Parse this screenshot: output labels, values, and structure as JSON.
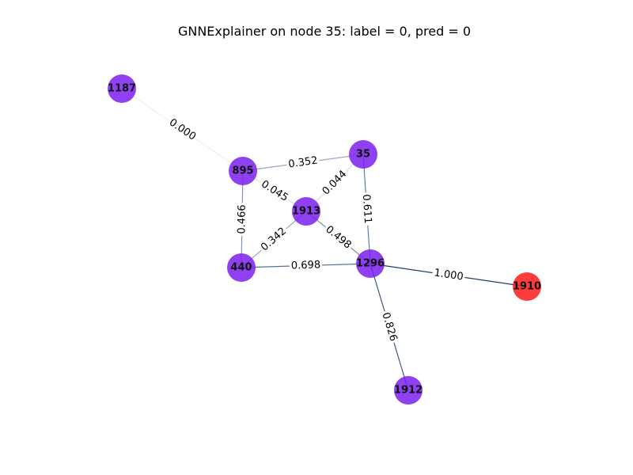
{
  "title": "GNNExplainer on node 35: label = 0, pred = 0",
  "colors": {
    "node_default": "#7b20ee",
    "node_highlight": "#ff1a1a",
    "edge_low": "#d6e7f5",
    "edge_high": "#1f3c64"
  },
  "nodes": [
    {
      "id": "1187",
      "label": "1187",
      "color": "#7b20ee"
    },
    {
      "id": "895",
      "label": "895",
      "color": "#7b20ee"
    },
    {
      "id": "35",
      "label": "35",
      "color": "#7b20ee"
    },
    {
      "id": "1913",
      "label": "1913",
      "color": "#7b20ee"
    },
    {
      "id": "440",
      "label": "440",
      "color": "#7b20ee"
    },
    {
      "id": "1296",
      "label": "1296",
      "color": "#7b20ee"
    },
    {
      "id": "1910",
      "label": "1910",
      "color": "#ff1a1a"
    },
    {
      "id": "1912",
      "label": "1912",
      "color": "#7b20ee"
    }
  ],
  "edges": [
    {
      "source": "1187",
      "target": "895",
      "weight": 0.0,
      "label": "0.000"
    },
    {
      "source": "895",
      "target": "35",
      "weight": 0.352,
      "label": "0.352"
    },
    {
      "source": "895",
      "target": "1913",
      "weight": 0.045,
      "label": "0.045"
    },
    {
      "source": "35",
      "target": "1913",
      "weight": 0.044,
      "label": "0.044"
    },
    {
      "source": "895",
      "target": "440",
      "weight": 0.466,
      "label": "0.466"
    },
    {
      "source": "35",
      "target": "1296",
      "weight": 0.611,
      "label": "0.611"
    },
    {
      "source": "1913",
      "target": "440",
      "weight": 0.342,
      "label": "0.342"
    },
    {
      "source": "1913",
      "target": "1296",
      "weight": 0.498,
      "label": "0.498"
    },
    {
      "source": "440",
      "target": "1296",
      "weight": 0.698,
      "label": "0.698"
    },
    {
      "source": "1296",
      "target": "1910",
      "weight": 1.0,
      "label": "1.000"
    },
    {
      "source": "1296",
      "target": "1912",
      "weight": 0.826,
      "label": "0.826"
    }
  ]
}
